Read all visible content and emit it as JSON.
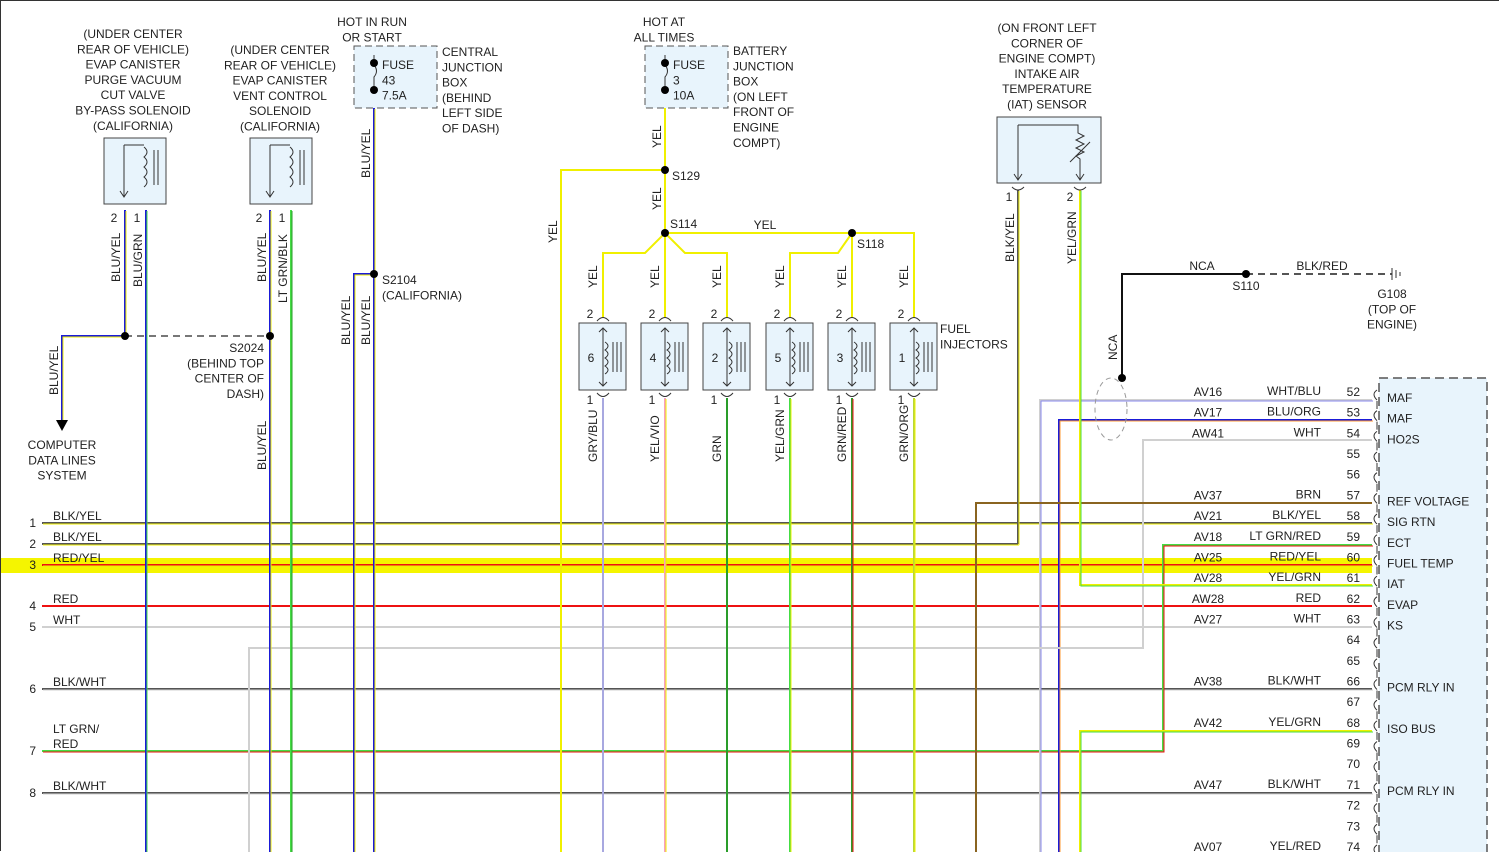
{
  "colors": {
    "highlight": "#f5f500",
    "box_fill": "#e8f4fc",
    "BLK": "#555555",
    "YEL": "#f0f000",
    "BLU": "#1a1ad8",
    "RED": "#ee1111",
    "WHT": "#d0d0d0",
    "GRN": "#2a9d2a",
    "LTGRN": "#44dd44",
    "BRN": "#8a6420",
    "ORG": "#ff9a30",
    "GRY": "#a8a8e0",
    "VIO": "#f8a0c0"
  },
  "components": {
    "purge_solenoid": [
      "(UNDER CENTER",
      "REAR OF VEHICLE)",
      "EVAP CANISTER",
      "PURGE VACUUM",
      "CUT VALVE",
      "BY-PASS SOLENOID",
      "(CALIFORNIA)"
    ],
    "vent_solenoid": [
      "(UNDER CENTER",
      "REAR OF VEHICLE)",
      "EVAP CANISTER",
      "VENT CONTROL",
      "SOLENOID",
      "(CALIFORNIA)"
    ],
    "hot_in_run": [
      "HOT IN RUN",
      "OR START"
    ],
    "fuse43": [
      "FUSE",
      "43",
      "7.5A"
    ],
    "central_jb": [
      "CENTRAL",
      "JUNCTION",
      "BOX",
      "(BEHIND",
      "LEFT SIDE",
      "OF DASH)"
    ],
    "hot_at_all": [
      "HOT AT",
      "ALL TIMES"
    ],
    "fuse3": [
      "FUSE",
      "3",
      "10A"
    ],
    "battery_jb": [
      "BATTERY",
      "JUNCTION",
      "BOX",
      "(ON LEFT",
      "FRONT OF",
      "ENGINE",
      "COMPT)"
    ],
    "iat_sensor": [
      "(ON FRONT LEFT",
      "CORNER OF",
      "ENGINE COMPT)",
      "INTAKE AIR",
      "TEMPERATURE",
      "(IAT) SENSOR"
    ],
    "fuel_injectors": [
      "FUEL",
      "INJECTORS"
    ],
    "computer_data": [
      "COMPUTER",
      "DATA LINES",
      "SYSTEM"
    ],
    "s2024": [
      "S2024",
      "(BEHIND TOP",
      "CENTER OF",
      "DASH)"
    ],
    "s2104": [
      "S2104",
      "(CALIFORNIA)"
    ],
    "g108": [
      "G108",
      "(TOP OF",
      "ENGINE)"
    ]
  },
  "splices": {
    "s129": "S129",
    "s114": "S114",
    "s118": "S118",
    "s110": "S110"
  },
  "wire_labels": {
    "purge_p2": "BLU/YEL",
    "purge_p1": "BLU/GRN",
    "vent_p2": "BLU/YEL",
    "vent_p1": "LT GRN/BLK",
    "fuse43_out": "BLU/YEL",
    "s2104_a": "BLU/YEL",
    "s2104_b": "BLU/YEL",
    "data_line": "BLU/YEL",
    "s2024_down": "BLU/YEL",
    "fuse3_out": "YEL",
    "s129_down": "YEL",
    "s129_left": "YEL",
    "s114_s118": "YEL",
    "iat_p1": "BLK/YEL",
    "iat_p2": "YEL/GRN",
    "nca_h": "NCA",
    "nca_v": "NCA",
    "ground": "BLK/RED"
  },
  "pin_numbers": {
    "purge": [
      "2",
      "1"
    ],
    "vent": [
      "2",
      "1"
    ],
    "iat": [
      "1",
      "2"
    ]
  },
  "injectors": [
    {
      "num": "6",
      "top_pin": "2",
      "bottom_pin": "1",
      "in_wire": "YEL",
      "out_wire": "GRY/BLU"
    },
    {
      "num": "4",
      "top_pin": "2",
      "bottom_pin": "1",
      "in_wire": "YEL",
      "out_wire": "YEL/VIO"
    },
    {
      "num": "2",
      "top_pin": "2",
      "bottom_pin": "1",
      "in_wire": "YEL",
      "out_wire": "GRN"
    },
    {
      "num": "5",
      "top_pin": "2",
      "bottom_pin": "1",
      "in_wire": "YEL",
      "out_wire": "YEL/GRN"
    },
    {
      "num": "3",
      "top_pin": "2",
      "bottom_pin": "1",
      "in_wire": "YEL",
      "out_wire": "GRN/RED"
    },
    {
      "num": "1",
      "top_pin": "2",
      "bottom_pin": "1",
      "in_wire": "YEL",
      "out_wire": "GRN/ORG"
    }
  ],
  "left_connector": [
    {
      "pin": "1",
      "wire": "BLK/YEL"
    },
    {
      "pin": "2",
      "wire": "BLK/YEL"
    },
    {
      "pin": "3",
      "wire": "RED/YEL"
    },
    {
      "pin": "4",
      "wire": "RED"
    },
    {
      "pin": "5",
      "wire": "WHT"
    },
    {
      "pin": "6",
      "wire": "BLK/WHT"
    },
    {
      "pin": "7",
      "wire": "LT GRN/\nRED"
    },
    {
      "pin": "8",
      "wire": "BLK/WHT"
    }
  ],
  "pcm_pins": [
    {
      "pin": "52",
      "circuit": "AV16",
      "wire": "WHT/BLU",
      "function": "MAF"
    },
    {
      "pin": "53",
      "circuit": "AV17",
      "wire": "BLU/ORG",
      "function": "MAF"
    },
    {
      "pin": "54",
      "circuit": "AW41",
      "wire": "WHT",
      "function": "HO2S"
    },
    {
      "pin": "55",
      "circuit": "",
      "wire": "",
      "function": ""
    },
    {
      "pin": "56",
      "circuit": "",
      "wire": "",
      "function": ""
    },
    {
      "pin": "57",
      "circuit": "AV37",
      "wire": "BRN",
      "function": "REF VOLTAGE"
    },
    {
      "pin": "58",
      "circuit": "AV21",
      "wire": "BLK/YEL",
      "function": "SIG RTN"
    },
    {
      "pin": "59",
      "circuit": "AV18",
      "wire": "LT GRN/RED",
      "function": "ECT"
    },
    {
      "pin": "60",
      "circuit": "AV25",
      "wire": "RED/YEL",
      "function": "FUEL TEMP",
      "highlighted": true
    },
    {
      "pin": "61",
      "circuit": "AV28",
      "wire": "YEL/GRN",
      "function": "IAT"
    },
    {
      "pin": "62",
      "circuit": "AW28",
      "wire": "RED",
      "function": "EVAP"
    },
    {
      "pin": "63",
      "circuit": "AV27",
      "wire": "WHT",
      "function": "KS"
    },
    {
      "pin": "64",
      "circuit": "",
      "wire": "",
      "function": ""
    },
    {
      "pin": "65",
      "circuit": "",
      "wire": "",
      "function": ""
    },
    {
      "pin": "66",
      "circuit": "AV38",
      "wire": "BLK/WHT",
      "function": "PCM RLY IN"
    },
    {
      "pin": "67",
      "circuit": "",
      "wire": "",
      "function": ""
    },
    {
      "pin": "68",
      "circuit": "AV42",
      "wire": "YEL/GRN",
      "function": "ISO BUS"
    },
    {
      "pin": "69",
      "circuit": "",
      "wire": "",
      "function": ""
    },
    {
      "pin": "70",
      "circuit": "",
      "wire": "",
      "function": ""
    },
    {
      "pin": "71",
      "circuit": "AV47",
      "wire": "BLK/WHT",
      "function": "PCM RLY IN"
    },
    {
      "pin": "72",
      "circuit": "",
      "wire": "",
      "function": ""
    },
    {
      "pin": "73",
      "circuit": "",
      "wire": "",
      "function": ""
    },
    {
      "pin": "74",
      "circuit": "AV07",
      "wire": "YEL/RED",
      "function": ""
    }
  ]
}
